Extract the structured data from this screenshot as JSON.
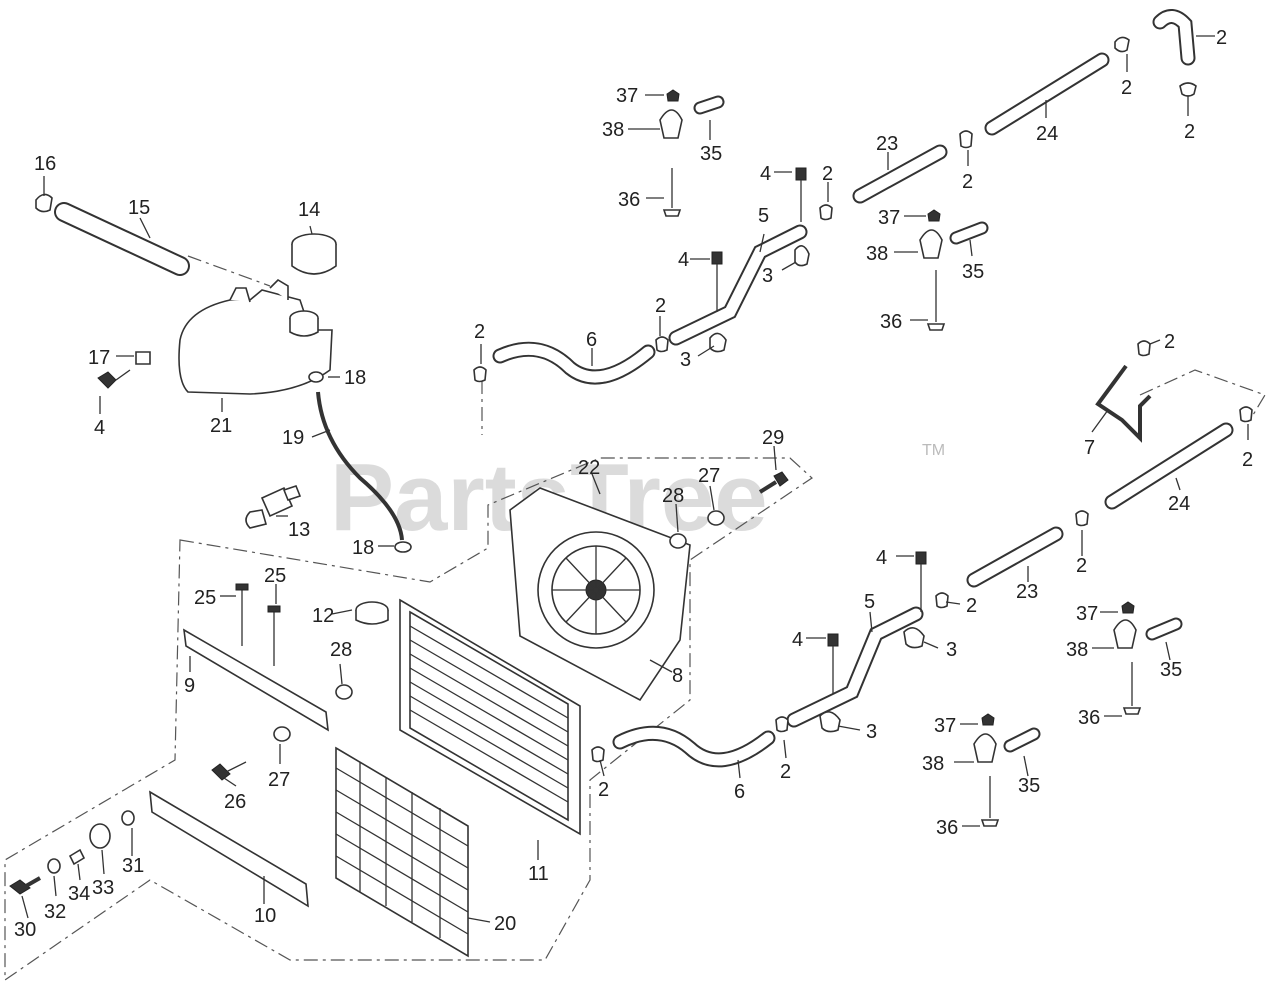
{
  "watermark": {
    "brand": "PartsTree",
    "trademark": "TM"
  },
  "callouts": {
    "c1": "2",
    "c2": "2",
    "c3": "37",
    "c4": "38",
    "c5": "35",
    "c6": "36",
    "c7": "16",
    "c8": "15",
    "c9": "14",
    "c10": "17",
    "c11": "4",
    "c12": "21",
    "c13": "18",
    "c14": "19",
    "c15": "13",
    "c16": "18",
    "c17": "2",
    "c18": "6",
    "c19": "2",
    "c20": "3",
    "c21": "4",
    "c22": "5",
    "c23": "4",
    "c24": "2",
    "c25": "3",
    "c26": "23",
    "c27": "2",
    "c28": "24",
    "c29": "2",
    "c30": "37",
    "c31": "38",
    "c32": "35",
    "c33": "36",
    "c34": "2",
    "c35": "7",
    "c36": "2",
    "c37": "24",
    "c38": "22",
    "c39": "29",
    "c40": "27",
    "c41": "28",
    "c42": "8",
    "c43": "25",
    "c44": "25",
    "c45": "12",
    "c46": "28",
    "c47": "9",
    "c48": "27",
    "c49": "26",
    "c50": "11",
    "c51": "20",
    "c52": "10",
    "c53": "31",
    "c54": "33",
    "c55": "34",
    "c56": "32",
    "c57": "30",
    "c58": "2",
    "c59": "6",
    "c60": "2",
    "c61": "4",
    "c62": "5",
    "c63": "3",
    "c64": "3",
    "c65": "4",
    "c66": "2",
    "c67": "2",
    "c68": "23",
    "c69": "37",
    "c70": "38",
    "c71": "35",
    "c72": "36",
    "c73": "37",
    "c74": "38",
    "c75": "35",
    "c76": "36"
  }
}
